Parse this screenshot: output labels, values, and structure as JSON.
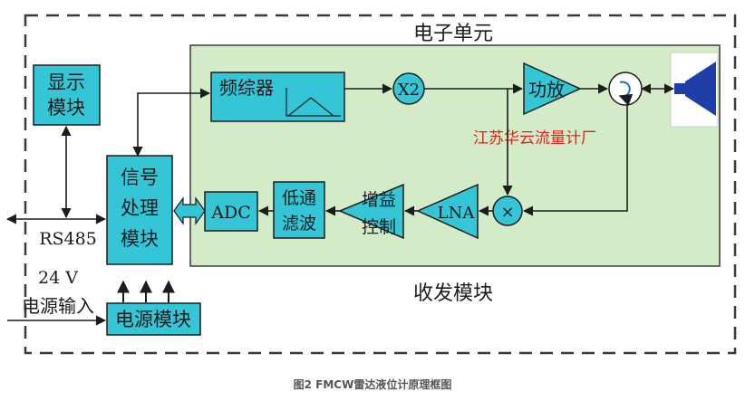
{
  "title": "电子单元",
  "module_label": "收发模块",
  "watermark": "江苏华云流量计厂",
  "caption": "图2 FMCW雷达液位计原理框图",
  "blocks": {
    "display_line1": "显示",
    "display_line2": "模块",
    "signal_line1": "信号",
    "signal_line2": "处理",
    "signal_line3": "模块",
    "synth": "频综器",
    "doubler": "X2",
    "amp": "功放",
    "adc": "ADC",
    "lpf_line1": "低通",
    "lpf_line2": "滤波",
    "agc_line1": "增益",
    "agc_line2": "控制",
    "lna": "LNA",
    "mixer": "×",
    "power": "电源模块"
  },
  "labels": {
    "rs485": "RS485",
    "voltage": "24 V",
    "power_input": "电源输入"
  },
  "colors": {
    "outer_border": "#3a3a3a",
    "module_fill": "#d3ecc7",
    "block_fill": "#34c6d6",
    "block_stroke": "#1c1c1c",
    "watermark": "#e02020",
    "antenna": "#1f3ea8"
  }
}
